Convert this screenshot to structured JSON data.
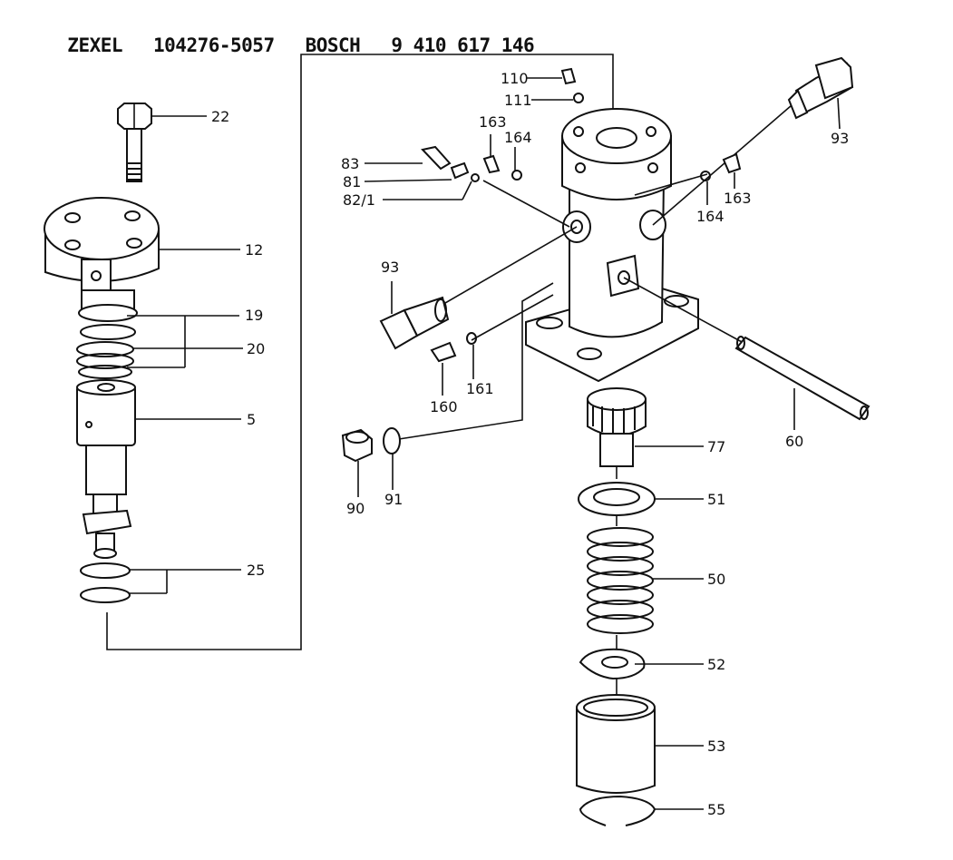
{
  "header": {
    "maker1": "ZEXEL",
    "part1": "104276-5057",
    "maker2": "BOSCH",
    "part2": "9 410 617 146"
  },
  "callouts": {
    "c22": "22",
    "c12": "12",
    "c19": "19",
    "c20": "20",
    "c5": "5",
    "c25": "25",
    "c110": "110",
    "c111": "111",
    "c163a": "163",
    "c164a": "164",
    "c83": "83",
    "c81": "81",
    "c82": "82/1",
    "c93a": "93",
    "c93b": "93",
    "c163b": "163",
    "c164b": "164",
    "c160": "160",
    "c161": "161",
    "c60": "60",
    "c77": "77",
    "c90": "90",
    "c91": "91",
    "c51": "51",
    "c50": "50",
    "c52": "52",
    "c53": "53",
    "c55": "55"
  }
}
